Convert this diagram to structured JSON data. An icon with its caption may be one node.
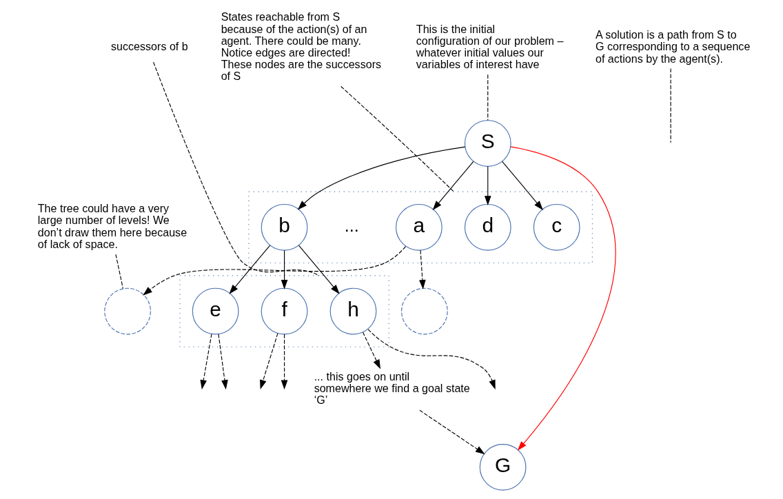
{
  "diagram": {
    "nodes": [
      {
        "text": [
          "S"
        ]
      },
      {
        "text": [
          "This is the initial configuration of our problem – whatever initial values our variables of interest have"
        ]
      },
      {
        "text": [],
        "shape": "box"
      },
      {
        "text": [
          "a"
        ],
        "in": 2
      },
      {
        "text": [
          "b"
        ],
        "in": 2
      },
      {
        "text": [
          "c"
        ],
        "in": 2
      },
      {
        "text": [
          "d"
        ],
        "in": 2
      },
      {
        "text": [
          "States reachable from S because of the action(s) of an agent. There could be many. Notice edges are directed!",
          "These nodes are the successors of S"
        ]
      },
      {
        "text": [],
        "shape": "circle"
      },
      {
        "text": [],
        "shape": "circle"
      },
      {
        "text": [
          "The tree could have a very large number of levels! We don’t draw them here because of lack of space."
        ]
      },
      {
        "text": [],
        "shape": "box"
      },
      {
        "text": [
          "e"
        ],
        "in": 11
      },
      {
        "text": [
          "f"
        ],
        "in": 11
      },
      {
        "text": [
          "h"
        ],
        "in": 11
      },
      {
        "text": [
          "successors of b"
        ]
      },
      {
        "text": [
          "A solution is a path from S to G corresponding to a sequence of actions by the agent(s)."
        ]
      },
      {
        "text": [
          "... this goes on until somewhere we find a goal state ‘G’"
        ]
      },
      {
        "text": [
          "G"
        ]
      }
    ],
    "edges": [
      {
        "from": 1,
        "to": 0,
        "arrow": "none",
        "style": "dashed"
      },
      {
        "from": 0,
        "to": 3,
        "arrow": "to"
      },
      {
        "from": 0,
        "to": 4,
        "arrow": "to"
      },
      {
        "from": 0,
        "to": 5,
        "arrow": "to"
      },
      {
        "from": 0,
        "to": 6,
        "arrow": "to"
      },
      {
        "from": 7,
        "to": 2,
        "arrow": "none",
        "style": "dashed"
      },
      {
        "from": 3,
        "to": 8,
        "arrow": "to",
        "style": "dashed"
      },
      {
        "from": 3,
        "to": 9,
        "arrow": "to",
        "style": "dashed"
      },
      {
        "from": 10,
        "to": 8,
        "arrow": "none",
        "style": "dashed"
      },
      {
        "from": 4,
        "to": 12,
        "arrow": "to"
      },
      {
        "from": 4,
        "to": 13,
        "arrow": "to"
      },
      {
        "from": 4,
        "to": 14,
        "arrow": "to"
      },
      {
        "from": 15,
        "to": 11,
        "arrow": "none",
        "style": "dashed"
      },
      {
        "from": 12,
        "to": null,
        "arrow": "to",
        "style": "dashed"
      },
      {
        "from": 12,
        "to": null,
        "arrow": "to",
        "style": "dashed"
      },
      {
        "from": 13,
        "to": null,
        "arrow": "to",
        "style": "dashed"
      },
      {
        "from": 13,
        "to": null,
        "arrow": "to",
        "style": "dashed"
      },
      {
        "from": 14,
        "to": null,
        "arrow": "to",
        "style": "dashed"
      },
      {
        "from": 14,
        "to": 17,
        "arrow": "to",
        "style": "dashed"
      },
      {
        "from": 17,
        "to": 18,
        "arrow": "to",
        "style": "dashed"
      },
      {
        "from": 0,
        "to": 18,
        "arrow": "to",
        "color": "#ff0000"
      },
      {
        "from": 16,
        "to": null,
        "arrow": "none",
        "style": "dashed"
      }
    ],
    "labels": [
      "..."
    ]
  }
}
